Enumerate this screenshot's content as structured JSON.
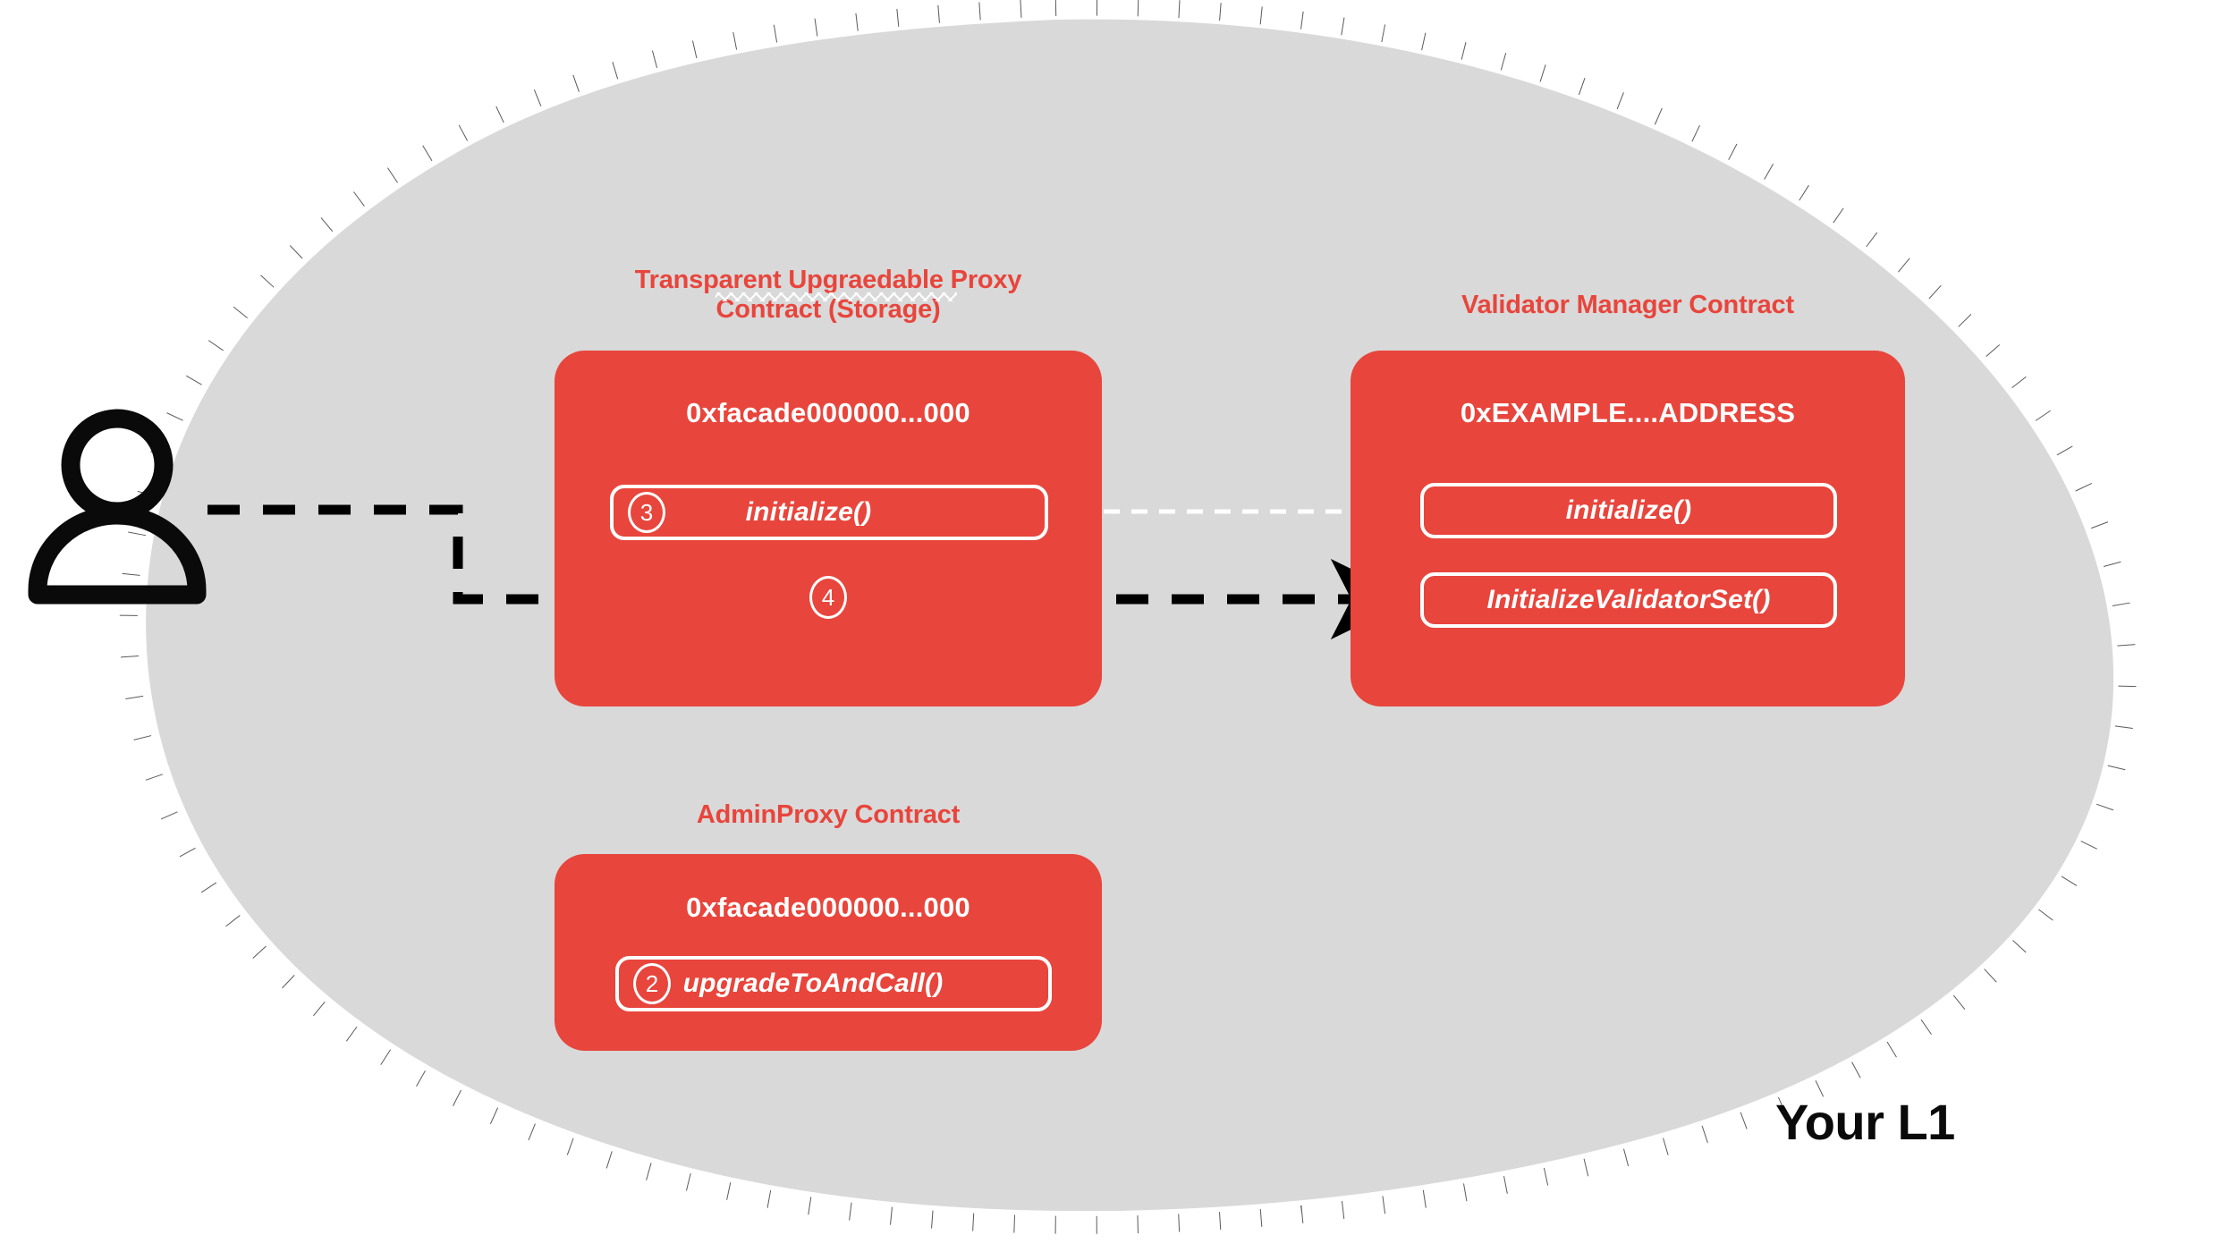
{
  "diagram": {
    "region": {
      "label": "Your L1",
      "fill_color": "#D9D9D9",
      "border_color": "#5A5A5A",
      "border_style": "square-dotted"
    },
    "actor": {
      "name": "user-actor",
      "icon": "person-icon"
    },
    "accent_color": "#E8453C",
    "contracts": [
      {
        "id": "transparent-proxy",
        "title": "Transparent Upgraedable Proxy Contract (Storage)",
        "title_line1": "Transparent Upgraedable Proxy",
        "title_line2": "Contract (Storage)",
        "misspelled_word": "Upgraedable",
        "address": "0xfacade000000...000",
        "functions": [
          {
            "label": "initialize()",
            "step": "3"
          }
        ],
        "free_step": "4"
      },
      {
        "id": "validator-manager",
        "title": "Validator Manager Contract",
        "title_line1": "Validator Manager Contract",
        "title_line2": "",
        "address": "0xEXAMPLE....ADDRESS",
        "functions": [
          {
            "label": "initialize()",
            "step": ""
          },
          {
            "label": "InitializeValidatorSet()",
            "step": ""
          }
        ]
      },
      {
        "id": "admin-proxy",
        "title": "AdminProxy  Contract",
        "title_line1": "AdminProxy  Contract",
        "title_line2": "",
        "address": "0xfacade000000...000",
        "functions": [
          {
            "label": "upgradeToAndCall()",
            "step": "2"
          }
        ]
      }
    ],
    "connections": [
      {
        "id": "user-to-validator-set",
        "from": "user-actor",
        "to": "InitializeValidatorSet()",
        "style": "dashed",
        "color": "#000000",
        "arrowhead": "filled-black"
      },
      {
        "id": "proxy-initialize-to-manager-initialize",
        "from": "initialize()",
        "to": "initialize()",
        "style": "dashed",
        "color": "#FFFFFF",
        "arrowhead": "open-white"
      }
    ]
  }
}
